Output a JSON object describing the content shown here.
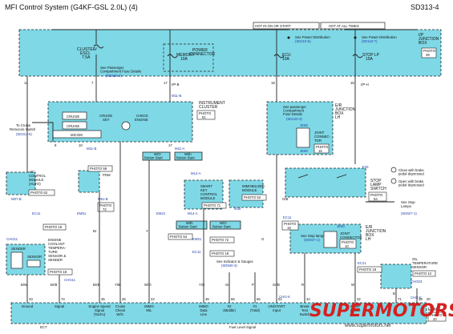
{
  "header": {
    "title": "MFI Control System (G4KF-GSL 2.0L) (4)",
    "code": "SD313-4"
  },
  "bus_labels": {
    "hot_run_start": "HOT IN ON OR START",
    "hot_all_times": "HOT AT ALL TIMES"
  },
  "junction_box": {
    "label": "I/P\nJUNCTION\nBOX",
    "photo": "PHOTO\n49"
  },
  "power_dist_links": [
    {
      "text": "See Power Distribution",
      "ref": "(SD110-5)"
    },
    {
      "text": "See Power Distribution",
      "ref": "(SD110-7)"
    }
  ],
  "fuses": {
    "cluster": "CLUSTER/\nESCL\n7.5A",
    "memory": "MEMORY\n10A",
    "power_connector": "POWER\nCONNECTOR",
    "ecu": "ECU\n10A",
    "stop_lp": "STOP LP\n15A",
    "passenger_fuse": "See Passenger\nCompartment Fuse Details",
    "passenger_fuse_ref": "(SD120-2)"
  },
  "pin_labels": {
    "p13": "13",
    "p7": "7",
    "p19": "19",
    "p17": "17",
    "p5": "5",
    "p11": "11",
    "p15": "15",
    "ipb": "I/P-B",
    "iph": "I/P-H",
    "m11b": "M11-B"
  },
  "instrument_cluster": {
    "label": "INSTRUMENT\nCLUSTER",
    "photo": "PHOTO\n51",
    "cruise1": "CRUISE",
    "cruise2": "CRUISE",
    "cruise_set": "CRUISE\nSET",
    "check_engine": "CHECK\nENGINE",
    "micom": "MICOM",
    "pins": [
      "9",
      "10",
      "17"
    ]
  },
  "cruise_ref": {
    "text": "To Cruise\nRemocon Switch",
    "ref": "(SD313-5)"
  },
  "er_junction": {
    "label": "E/R\nJUNCTION\nBOX\nLH",
    "fuse_text": "See passenger\nCompartment\nFuse Details",
    "fuse_ref": "(SD120-3)",
    "joint": "JOINT\nCONNEC-\nTOR",
    "photo": "PHOTO\n15",
    "j1": "JE69",
    "j2": "JE69"
  },
  "stop_switch": {
    "label": "STOP\nLAMP\nSWITCH",
    "photo": "PHOTO\n54",
    "conn": "E34",
    "note_a": "Close with brake\npedal depressed",
    "note_b": "Open with brake\npedal depressed"
  },
  "stop_lamps": {
    "text": "See Stop\nLamps",
    "ref": "(SD927-1)"
  },
  "er_junction2": {
    "label": "E/R\nJUNCTION\nBOX\nLH",
    "joint": "JOINT\nCONNECTOR",
    "photo": "PHOTO\n10",
    "text": "See Stop lamps",
    "ref": "(SD927-1)",
    "conn": "JE60"
  },
  "ac_module": {
    "label": "A/C\nCONTROL\nMODULE\n(AUTO)",
    "photo": "PHOTO\n62",
    "photo_top": "PHOTO\n59",
    "conn": "M07-B"
  },
  "pdm": {
    "label": "PDM",
    "photo": "PHOTO\n72",
    "conn": "M51-B"
  },
  "smart_key": {
    "label": "SMART\nKEY\nCONTROL\nMODULE",
    "photo": "PHOTO\n71",
    "conn": "M14-A",
    "conn2": "M14-A"
  },
  "immobilizer": {
    "label": "IMMOBILIZER\nMODULE",
    "photo": "PHOTO\n52",
    "conn": "M36"
  },
  "buttons": {
    "w_start1": "W/O\nButton Start",
    "w_start2": "With\nButton Start",
    "w_start3": "With\nButton Start",
    "wo_start": "W/O\nButton Start"
  },
  "coolant_sensor": {
    "label": "ENGINE\nCOOLANT\nTEMPERA-\nTURE\nSENSOR &\nSENDER",
    "sender": "SENDER",
    "sensor": "SENSOR",
    "photo": "PHOTO\n18",
    "conn": "CHG11"
  },
  "oil_sensor": {
    "label": "OIL\nTEMPERATURE\nSENSOR",
    "photo": "PHOTO\n12",
    "conn": "CHG03"
  },
  "connectors": {
    "ec11a": "EC11",
    "ec11b": "EC11",
    "ec21a": "EC21",
    "ec21b": "EC21",
    "em21": "EM21",
    "em51": "EM51",
    "em51b": "EM51",
    "chg11a": "CHG11",
    "chg11b": "CHG11",
    "chgk": "CHG-K",
    "chgk2": "CHG-K",
    "m11a": "M11-A",
    "m11b2": "M11-B",
    "photo19a": "PHOTO 19",
    "photo19b": "PHOTO 19",
    "photo19c": "PHOTO\n19",
    "photo19d": "PHOTO 19",
    "photo54": "PHOTO 54",
    "photo72": "PHOTO 72",
    "photo18": "PHOTO 18"
  },
  "wire_colors": {
    "bw": "B/W",
    "br_b": "Br/B",
    "y": "Y",
    "y_b": "Y/B",
    "wo": "W/O",
    "g": "G",
    "gr": "Gr",
    "p": "P",
    "y_g": "Y/G",
    "br": "Br",
    "b": "B",
    "gr_b": "Gr/B",
    "r": "R",
    "ob": "O/B",
    "w": "W"
  },
  "indicator_ref": {
    "text": "See Indicator & Gauges",
    "ref": "(SD940-3)"
  },
  "ecm": {
    "label": "ECM",
    "photo": "PHOTO\n20",
    "segments": [
      "Ground",
      "Signal",
      "Engine Speed\nSignal\n(Tacho)",
      "Cruise\nCheck\nW/D.",
      "IMMO\nMIL",
      "IMMO\nData\nLine",
      "#2\n(Middle)",
      "#1\n(Total)",
      "ON/START\nInput",
      "Break\nTest\nSwitch",
      "Brake\nSwitch"
    ],
    "group_ect": "ECT",
    "group_fuel": "Fuel Level Signal",
    "pins": [
      "43",
      "74",
      "35",
      "26",
      "22",
      "36",
      "66",
      "65",
      "52",
      "34",
      "32",
      "71",
      "48",
      "20"
    ],
    "conn": "CHG-K"
  },
  "watermark": {
    "brand": "SUPERMOTORS",
    "url": "www.supermotors.net"
  },
  "colors": {
    "box_fill": "#7fd8e6",
    "link_blue": "#1f3fa8",
    "watermark_red": "#d62020"
  }
}
